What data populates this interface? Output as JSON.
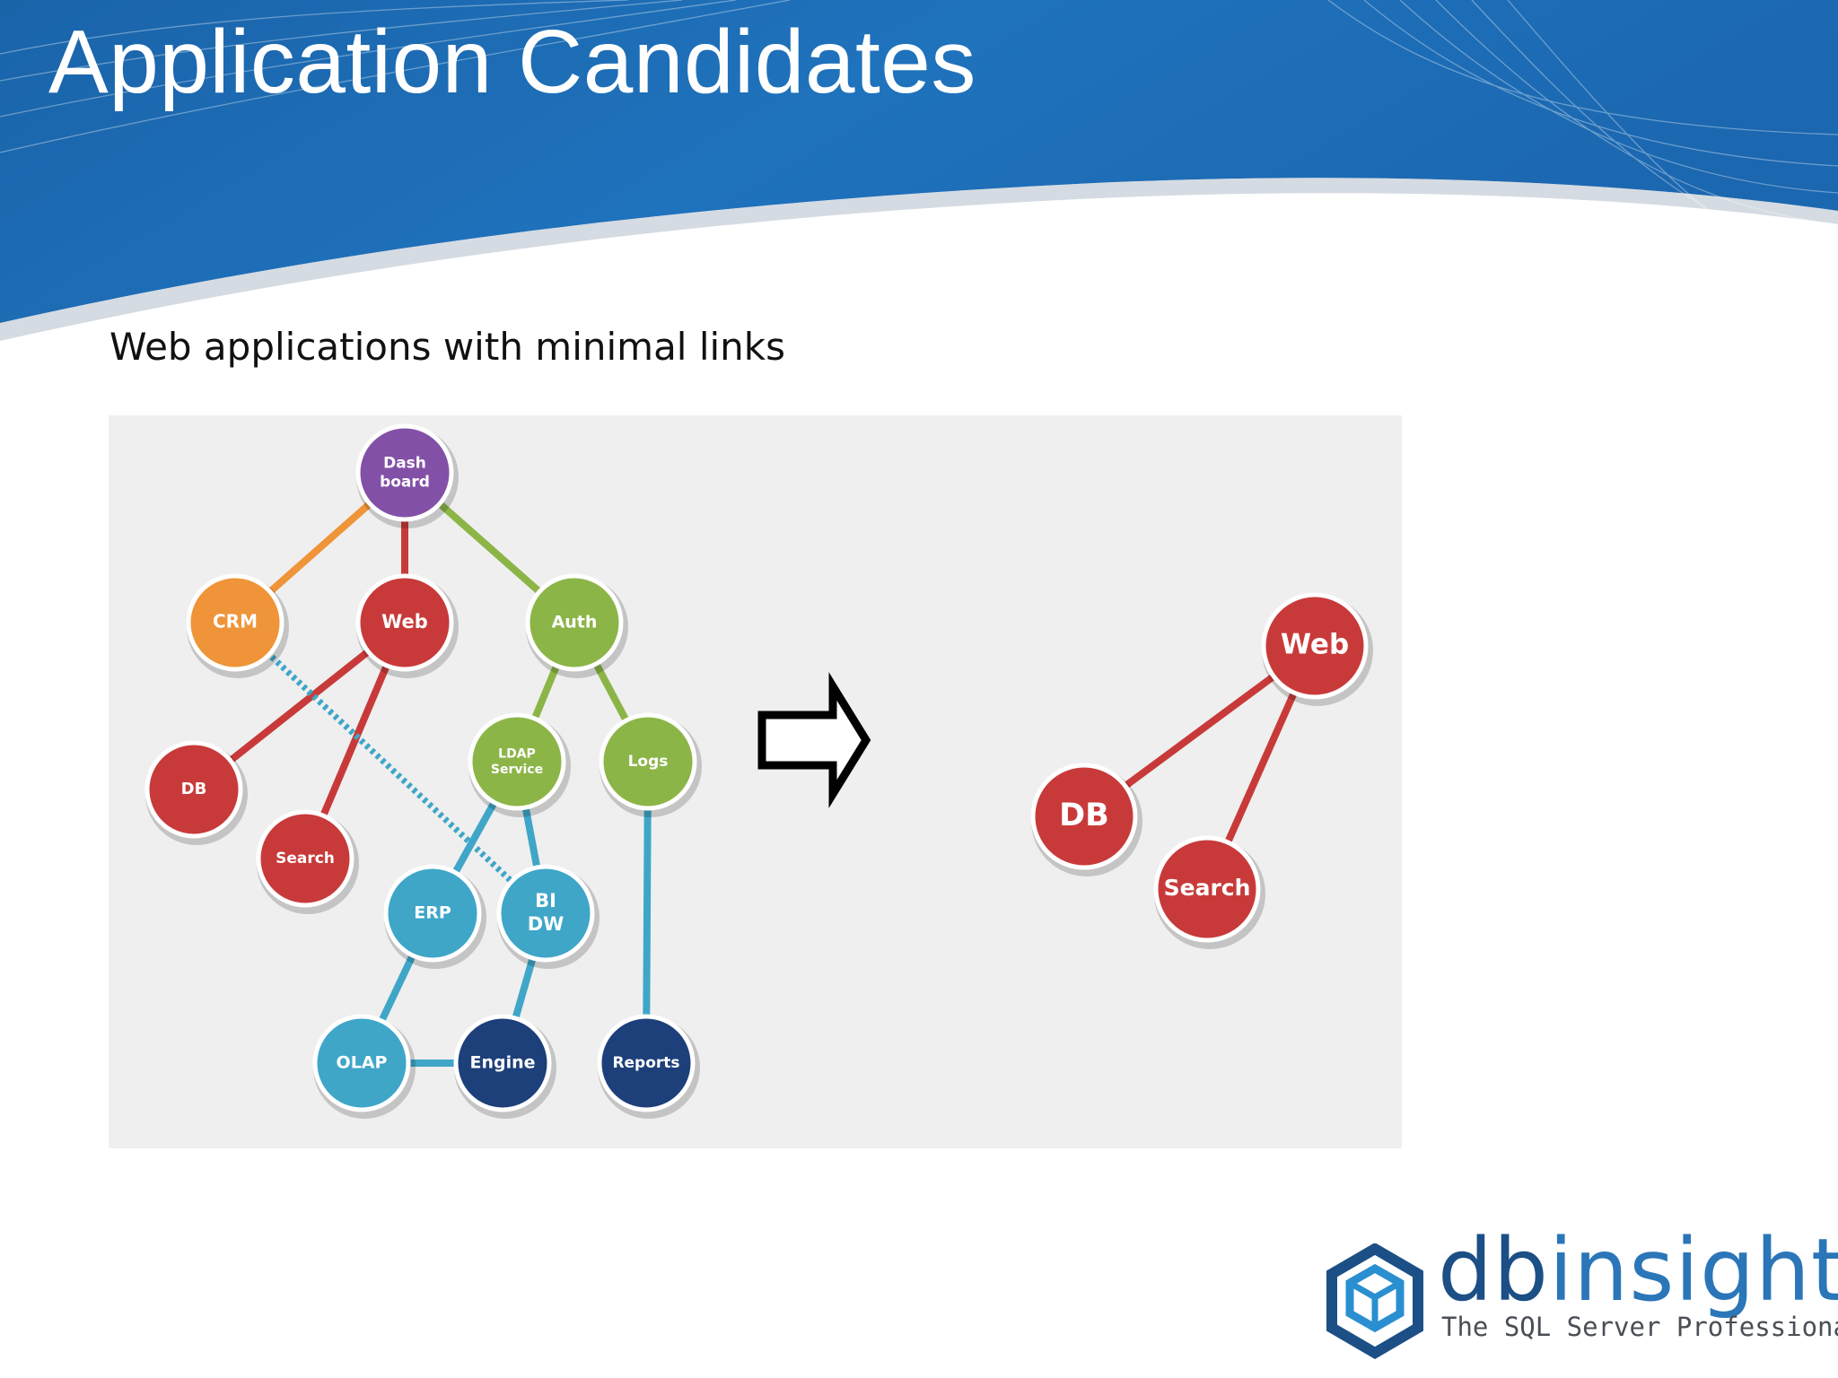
{
  "slide": {
    "title": "Application Candidates",
    "subtitle": "Web applications with minimal links"
  },
  "colors": {
    "banner_blue": "#1f6fb8",
    "banner_dark": "#155a9c",
    "panel_bg": "#efefef",
    "purple": "#8350a7",
    "orange": "#ef9438",
    "red": "#c83a3a",
    "green": "#8cb548",
    "light_blue": "#3fa6c8",
    "navy": "#1d3f7a"
  },
  "left_diagram": {
    "nodes": [
      {
        "id": "dashboard",
        "label": [
          "Dash",
          "board"
        ],
        "color": "purple"
      },
      {
        "id": "crm",
        "label": [
          "CRM"
        ],
        "color": "orange"
      },
      {
        "id": "web",
        "label": [
          "Web"
        ],
        "color": "red"
      },
      {
        "id": "auth",
        "label": [
          "Auth"
        ],
        "color": "green"
      },
      {
        "id": "db",
        "label": [
          "DB"
        ],
        "color": "red"
      },
      {
        "id": "search",
        "label": [
          "Search"
        ],
        "color": "red"
      },
      {
        "id": "ldap",
        "label": [
          "LDAP",
          "Service"
        ],
        "color": "green"
      },
      {
        "id": "logs",
        "label": [
          "Logs"
        ],
        "color": "green"
      },
      {
        "id": "erp",
        "label": [
          "ERP"
        ],
        "color": "light_blue"
      },
      {
        "id": "bidw",
        "label": [
          "BI",
          "DW"
        ],
        "color": "light_blue"
      },
      {
        "id": "olap",
        "label": [
          "OLAP"
        ],
        "color": "light_blue"
      },
      {
        "id": "engine",
        "label": [
          "Engine"
        ],
        "color": "navy"
      },
      {
        "id": "reports",
        "label": [
          "Reports"
        ],
        "color": "navy"
      }
    ],
    "edges": [
      {
        "from": "dashboard",
        "to": "crm",
        "color": "orange"
      },
      {
        "from": "dashboard",
        "to": "web",
        "color": "red"
      },
      {
        "from": "dashboard",
        "to": "auth",
        "color": "green"
      },
      {
        "from": "web",
        "to": "db",
        "color": "red"
      },
      {
        "from": "web",
        "to": "search",
        "color": "red"
      },
      {
        "from": "auth",
        "to": "ldap",
        "color": "green"
      },
      {
        "from": "auth",
        "to": "logs",
        "color": "green"
      },
      {
        "from": "ldap",
        "to": "erp",
        "color": "light_blue"
      },
      {
        "from": "ldap",
        "to": "bidw",
        "color": "light_blue"
      },
      {
        "from": "crm",
        "to": "bidw",
        "color": "light_blue",
        "dashed": true
      },
      {
        "from": "erp",
        "to": "olap",
        "color": "light_blue"
      },
      {
        "from": "bidw",
        "to": "engine",
        "color": "light_blue"
      },
      {
        "from": "olap",
        "to": "engine",
        "color": "light_blue"
      },
      {
        "from": "logs",
        "to": "reports",
        "color": "light_blue"
      }
    ]
  },
  "arrow": {
    "direction": "right",
    "icon": "right-arrow-icon"
  },
  "right_diagram": {
    "nodes": [
      {
        "id": "web",
        "label": [
          "Web"
        ],
        "color": "red"
      },
      {
        "id": "db",
        "label": [
          "DB"
        ],
        "color": "red"
      },
      {
        "id": "search",
        "label": [
          "Search"
        ],
        "color": "red"
      }
    ],
    "edges": [
      {
        "from": "web",
        "to": "db",
        "color": "red"
      },
      {
        "from": "web",
        "to": "search",
        "color": "red"
      }
    ]
  },
  "logo": {
    "icon": "hexagon-cube-icon",
    "name_dark": "db",
    "name_light": "insight",
    "tagline": "The SQL Server Professionals"
  }
}
